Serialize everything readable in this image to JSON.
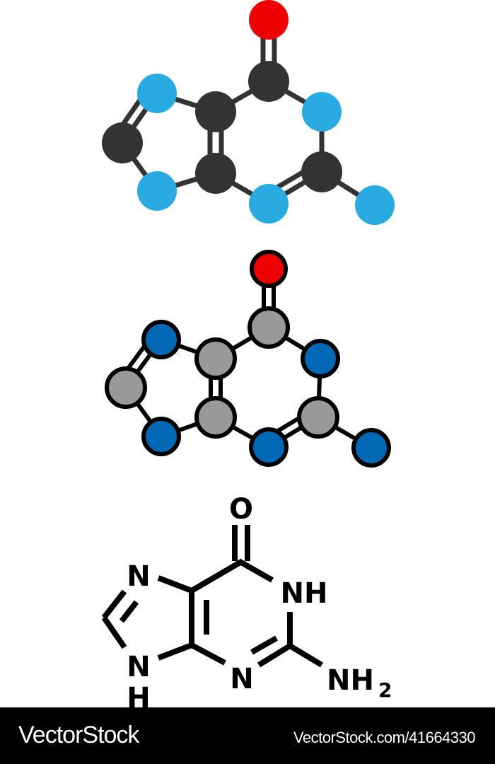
{
  "colors": {
    "carbon_flat": "#333333",
    "nitrogen_flat": "#29abe2",
    "oxygen": "#ee0000",
    "carbon_outline": "#999999",
    "nitrogen_outline": "#0068b5"
  },
  "structure": {
    "o": "O",
    "nh": "NH",
    "n7": "N",
    "n9": "N",
    "h9": "H",
    "n3": "N",
    "nh2_main": "NH",
    "nh2_sub": "2"
  },
  "watermark": {
    "brand": "VectorStock",
    "url": "VectorStock.com/41664330"
  }
}
